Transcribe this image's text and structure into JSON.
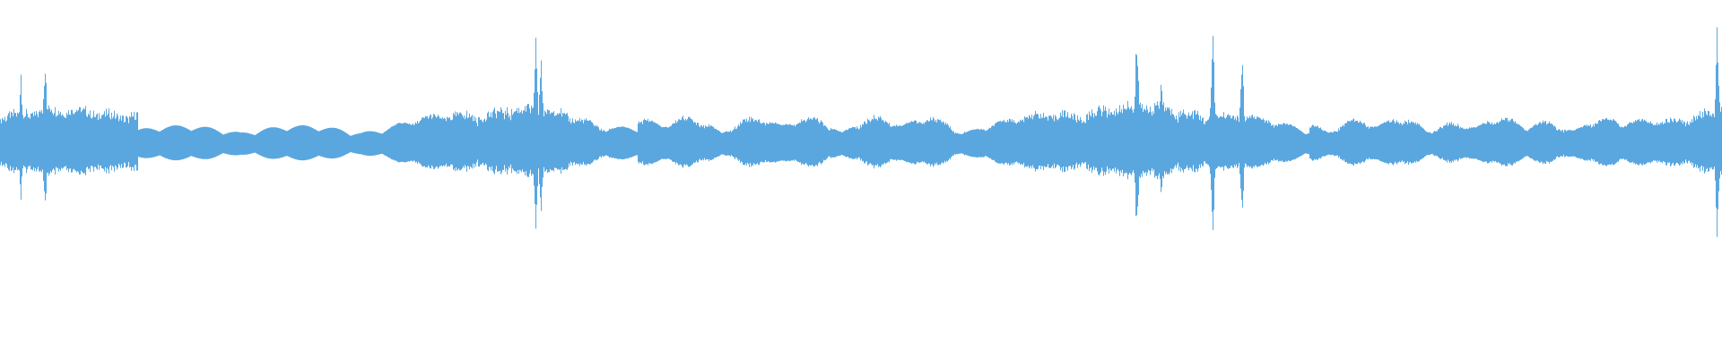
{
  "waveform": {
    "color": "#5AA7E0",
    "background": "#ffffff",
    "duration_fraction": 1.0,
    "baseline_fraction": 0.405,
    "events": [
      {
        "t": 0.012,
        "amp": 0.2
      },
      {
        "t": 0.026,
        "amp": 0.24
      },
      {
        "t": 0.311,
        "amp": 0.31
      },
      {
        "t": 0.314,
        "amp": 0.26
      },
      {
        "t": 0.66,
        "amp": 0.37
      },
      {
        "t": 0.674,
        "amp": 0.2
      },
      {
        "t": 0.704,
        "amp": 0.34
      },
      {
        "t": 0.721,
        "amp": 0.3
      },
      {
        "t": 0.997,
        "amp": 0.36
      }
    ]
  }
}
